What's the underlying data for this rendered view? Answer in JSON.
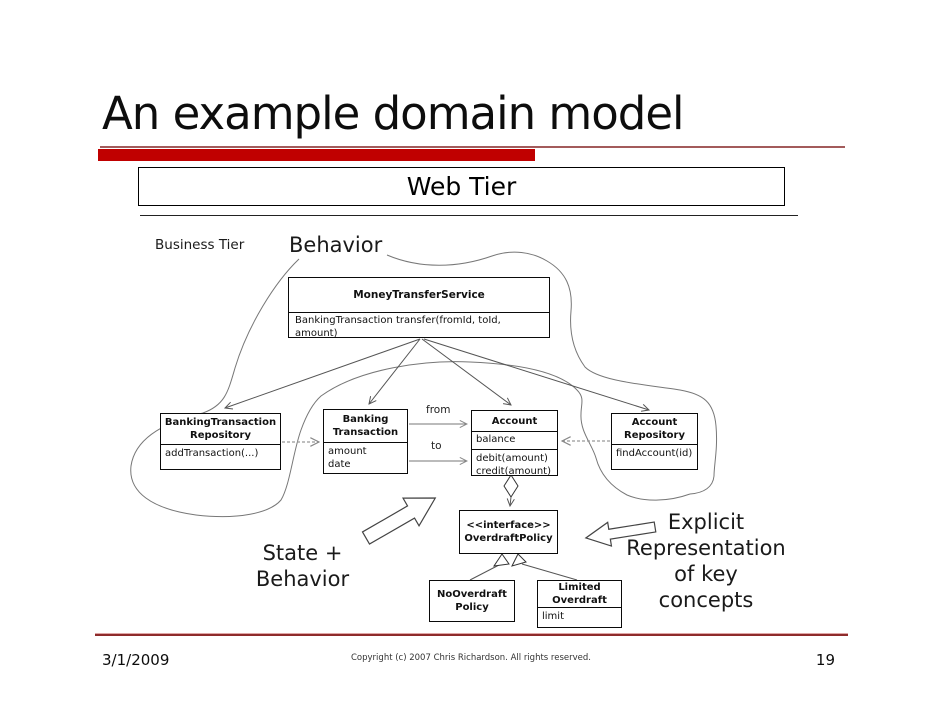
{
  "slide": {
    "title": "An example domain model",
    "footer": {
      "date": "3/1/2009",
      "copyright": "Copyright (c) 2007 Chris Richardson. All rights reserved.",
      "page_number": "19"
    }
  },
  "tiers": {
    "web": "Web Tier",
    "business": "Business Tier"
  },
  "annotations": {
    "behavior": "Behavior",
    "state_behavior": {
      "line1": "State +",
      "line2": "Behavior"
    },
    "explicit": {
      "line1": "Explicit",
      "line2": "Representation",
      "line3": "of key",
      "line4": "concepts"
    }
  },
  "diagram": {
    "classes": {
      "money_transfer_service": {
        "name": "MoneyTransferService",
        "operation": "BankingTransaction transfer(fromId, toId, amount)"
      },
      "banking_transaction_repository": {
        "name_line1": "BankingTransaction",
        "name_line2": "Repository",
        "operation": "addTransaction(...)"
      },
      "banking_transaction": {
        "name_line1": "Banking",
        "name_line2": "Transaction",
        "attr1": "amount",
        "attr2": "date"
      },
      "account": {
        "name": "Account",
        "attr1": "balance",
        "op1": "debit(amount)",
        "op2": "credit(amount)"
      },
      "account_repository": {
        "name_line1": "Account",
        "name_line2": "Repository",
        "operation": "findAccount(id)"
      },
      "overdraft_policy": {
        "stereotype": "<<interface>>",
        "name": "OverdraftPolicy"
      },
      "no_overdraft_policy": {
        "name_line1": "NoOverdraft",
        "name_line2": "Policy"
      },
      "limited_overdraft": {
        "name_line1": "Limited",
        "name_line2": "Overdraft",
        "attr1": "limit"
      }
    },
    "edge_labels": {
      "from": "from",
      "to": "to"
    }
  },
  "colors": {
    "accent_red": "#C00000",
    "rule_red_thin": "#A35B5B",
    "footer_rule_red": "#8E2B2B",
    "diagram_line_gray": "#777777"
  }
}
